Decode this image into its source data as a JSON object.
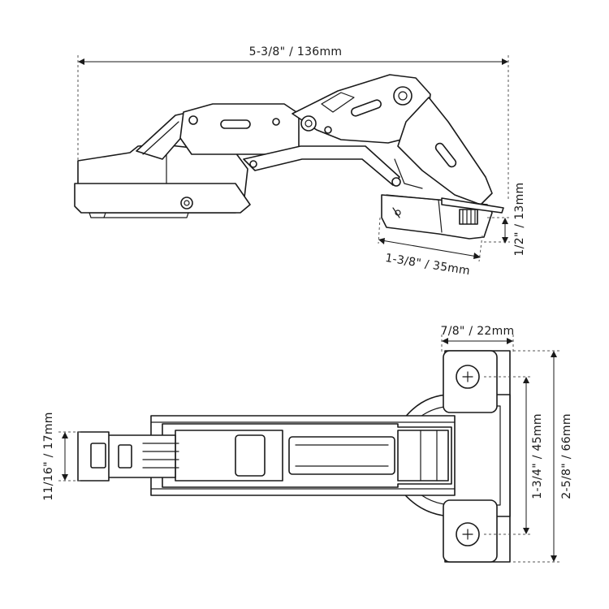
{
  "dimensions": {
    "overall_length": "5-3/8\" / 136mm",
    "plate_height": "1/2\" / 13mm",
    "cup_width": "1-3/8\" / 35mm",
    "plate_width": "7/8\" / 22mm",
    "arm_width": "11/16\" / 17mm",
    "hole_spacing": "1-3/4\" / 45mm",
    "plate_length": "2-5/8\" / 66mm"
  }
}
